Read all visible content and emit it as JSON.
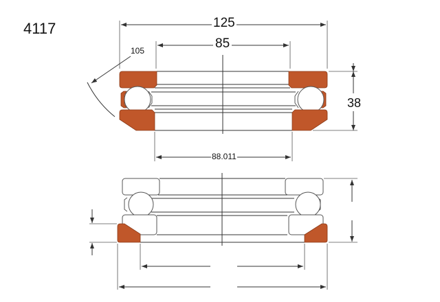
{
  "model": "4117",
  "dimensions": {
    "outer_diameter": "125",
    "inner_diameter": "85",
    "raceway_radius": "105",
    "height": "38",
    "housing_washer_bore": "88.011"
  },
  "colors": {
    "washer_highlight": "#c0572a",
    "line": "#333333"
  }
}
